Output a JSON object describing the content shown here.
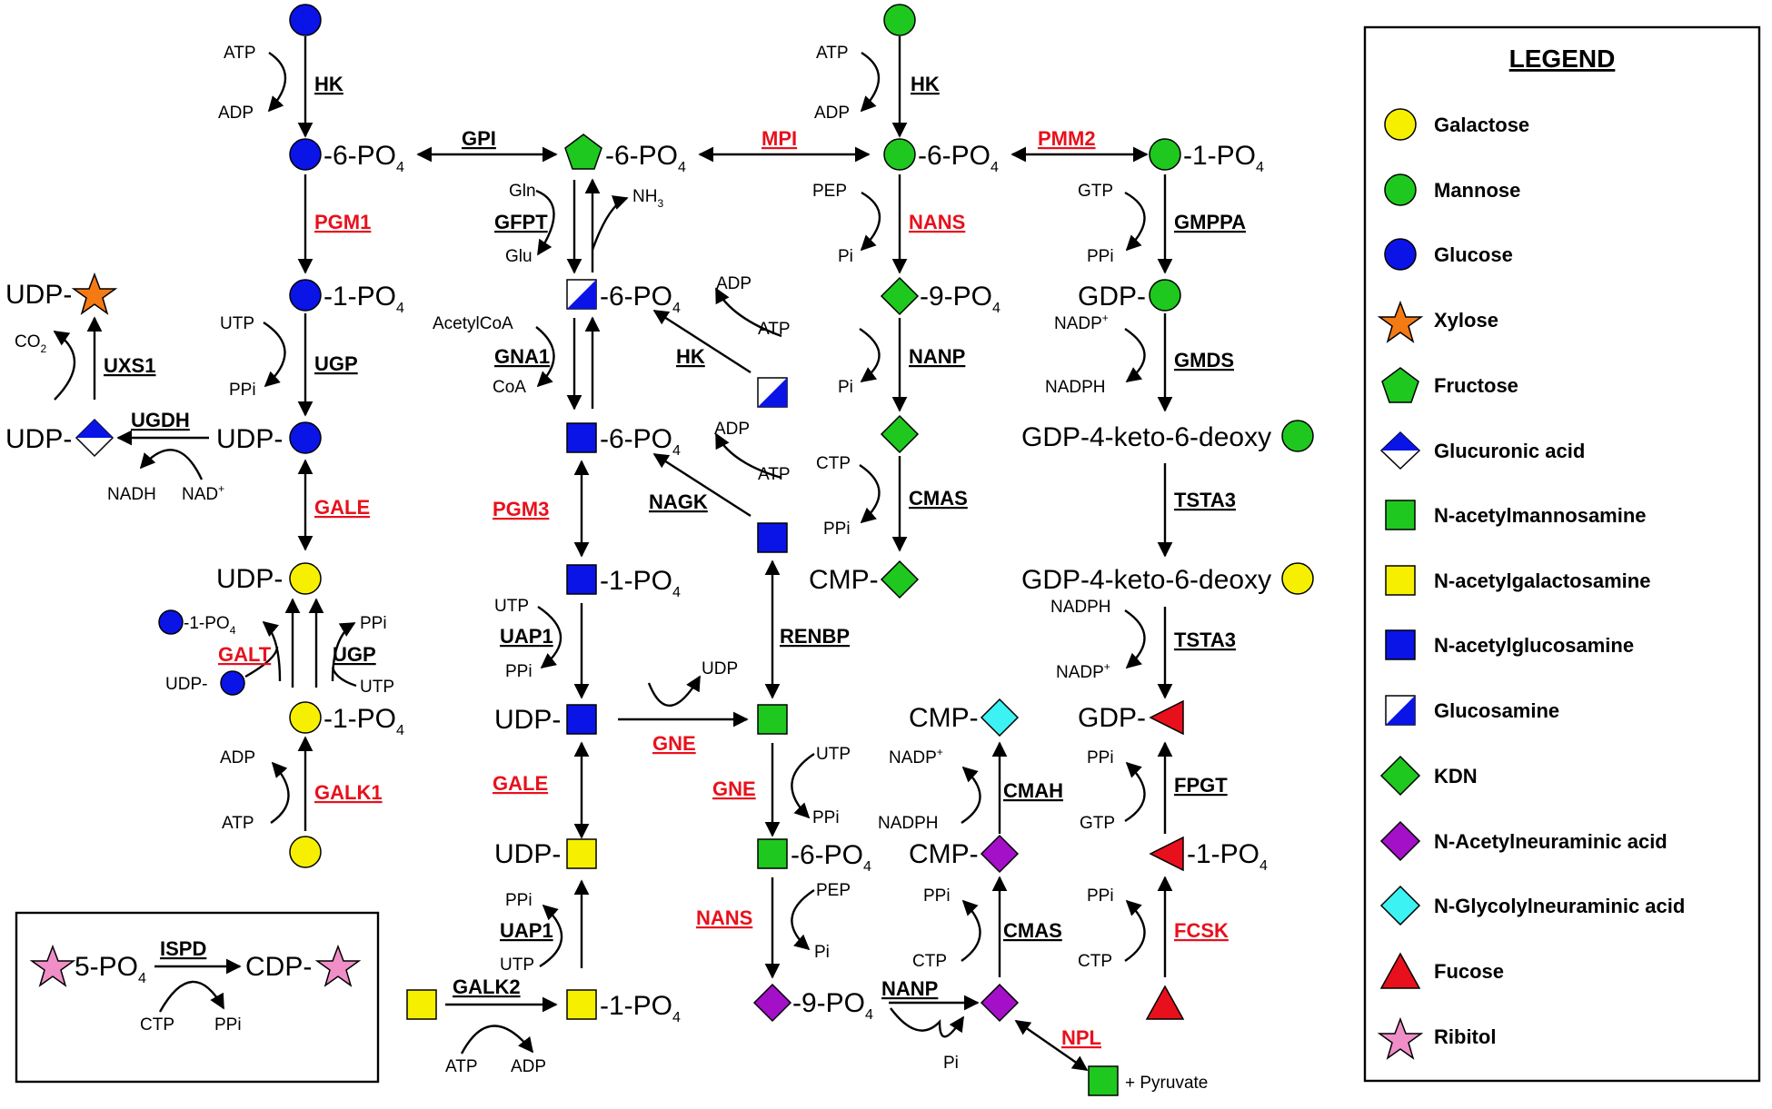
{
  "palette": {
    "glucose": "#0a14e6",
    "mannose": "#1ec81e",
    "galactose": "#f6f000",
    "xylose": "#f47a14",
    "kdn": "#1ec81e",
    "neu5ac": "#a40fc8",
    "neu5gc": "#3cf2f2",
    "fucose": "#e8101c",
    "ribitol": "#f08ec8",
    "enzyme_red": "#e8101c",
    "enzyme_black": "#000000"
  },
  "legend": {
    "title": "LEGEND",
    "items": [
      {
        "label": "Galactose",
        "shape": "circle-yellow"
      },
      {
        "label": "Mannose",
        "shape": "circle-green"
      },
      {
        "label": "Glucose",
        "shape": "circle-blue"
      },
      {
        "label": "Xylose",
        "shape": "star-orange"
      },
      {
        "label": "Fructose",
        "shape": "pentagon-green"
      },
      {
        "label": "Glucuronic acid",
        "shape": "half-diamond-blue"
      },
      {
        "label": "N-acetylmannosamine",
        "shape": "square-green"
      },
      {
        "label": "N-acetylgalactosamine",
        "shape": "square-yellow"
      },
      {
        "label": "N-acetylglucosamine",
        "shape": "square-blue"
      },
      {
        "label": "Glucosamine",
        "shape": "half-square-blue"
      },
      {
        "label": "KDN",
        "shape": "diamond-green"
      },
      {
        "label": "N-Acetylneuraminic acid",
        "shape": "diamond-purple"
      },
      {
        "label": "N-Glycolylneuraminic acid",
        "shape": "diamond-cyan"
      },
      {
        "label": "Fucose",
        "shape": "triangle-red"
      },
      {
        "label": "Ribitol",
        "shape": "star-pink"
      }
    ]
  },
  "labels": {
    "hk": "HK",
    "pgm1": "PGM1",
    "ugp": "UGP",
    "gale": "GALE",
    "galt": "GALT",
    "galk1": "GALK1",
    "gpi": "GPI",
    "gfpt": "GFPT",
    "gna1": "GNA1",
    "pgm3": "PGM3",
    "uap1": "UAP1",
    "galk2": "GALK2",
    "nagk": "NAGK",
    "renbp": "RENBP",
    "gne": "GNE",
    "nans": "NANS",
    "nanp": "NANP",
    "npl": "NPL",
    "mpi": "MPI",
    "cmas": "CMAS",
    "cmah": "CMAH",
    "pmm2": "PMM2",
    "gmppa": "GMPPA",
    "gmds": "GMDS",
    "tsta3": "TSTA3",
    "fpgt": "FPGT",
    "fcsk": "FCSK",
    "uxs1": "UXS1",
    "ugdh": "UGDH",
    "ispd": "ISPD",
    "atp": "ATP",
    "adp": "ADP",
    "utp": "UTP",
    "ppi": "PPi",
    "udp": "UDP",
    "pi": "Pi",
    "pep": "PEP",
    "ctp": "CTP",
    "cmp": "CMP",
    "gtp": "GTP",
    "gdp": "GDP",
    "gln": "Gln",
    "glu": "Glu",
    "nh3": "NH",
    "nh3_sub": "3",
    "acetylcoa": "AcetylCoA",
    "coa": "CoA",
    "nadp_plus": "NADP",
    "nadp_sup": "+",
    "nadph": "NADPH",
    "nadh": "NADH",
    "nad": "NAD",
    "nad_sup": "+",
    "co2": "CO",
    "co2_sub": "2",
    "po4_6": "-6-PO",
    "po4_1": "-1-PO",
    "po4_9": "-9-PO",
    "po4_5": "5-PO",
    "po4_sub": "4",
    "udp_dash": "UDP-",
    "cmp_dash": "CMP-",
    "gdp_dash": "GDP-",
    "cdp_dash": "CDP-",
    "gdp_keto": "GDP-4-keto-6-deoxy",
    "pyruvate": "+ Pyruvate"
  }
}
